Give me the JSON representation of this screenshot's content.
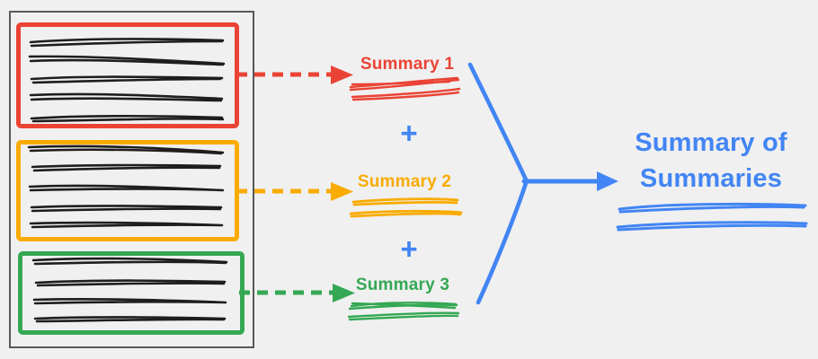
{
  "diagram": {
    "title": "Summary of Summaries",
    "plus_sign": "+",
    "source_document": {
      "sections": [
        {
          "name": "section-1",
          "color": "#EA4335",
          "text_line_count": 5
        },
        {
          "name": "section-2",
          "color": "#F9AB00",
          "text_line_count": 5
        },
        {
          "name": "section-3",
          "color": "#34A853",
          "text_line_count": 4
        }
      ]
    },
    "summaries": [
      {
        "label": "Summary 1",
        "color": "#EA4335"
      },
      {
        "label": "Summary 2",
        "color": "#F9AB00"
      },
      {
        "label": "Summary 3",
        "color": "#34A853"
      }
    ],
    "colors": {
      "red": "#EA4335",
      "yellow": "#F9AB00",
      "green": "#34A853",
      "blue": "#4285F4",
      "ink": "#1e1e1e",
      "document_border": "#58585a",
      "background": "#f0f0f0"
    }
  }
}
